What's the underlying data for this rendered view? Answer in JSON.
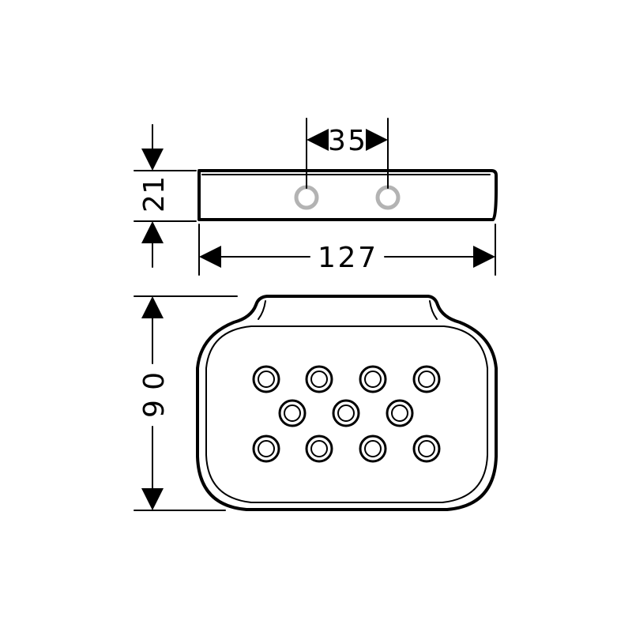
{
  "dimensions": {
    "hole_spacing": "3 5",
    "height": "2 1",
    "width": "1 2 7",
    "depth": "9 0"
  },
  "colors": {
    "line": "#000000",
    "mount_hole": "#b3b3b3",
    "background": "#ffffff"
  }
}
